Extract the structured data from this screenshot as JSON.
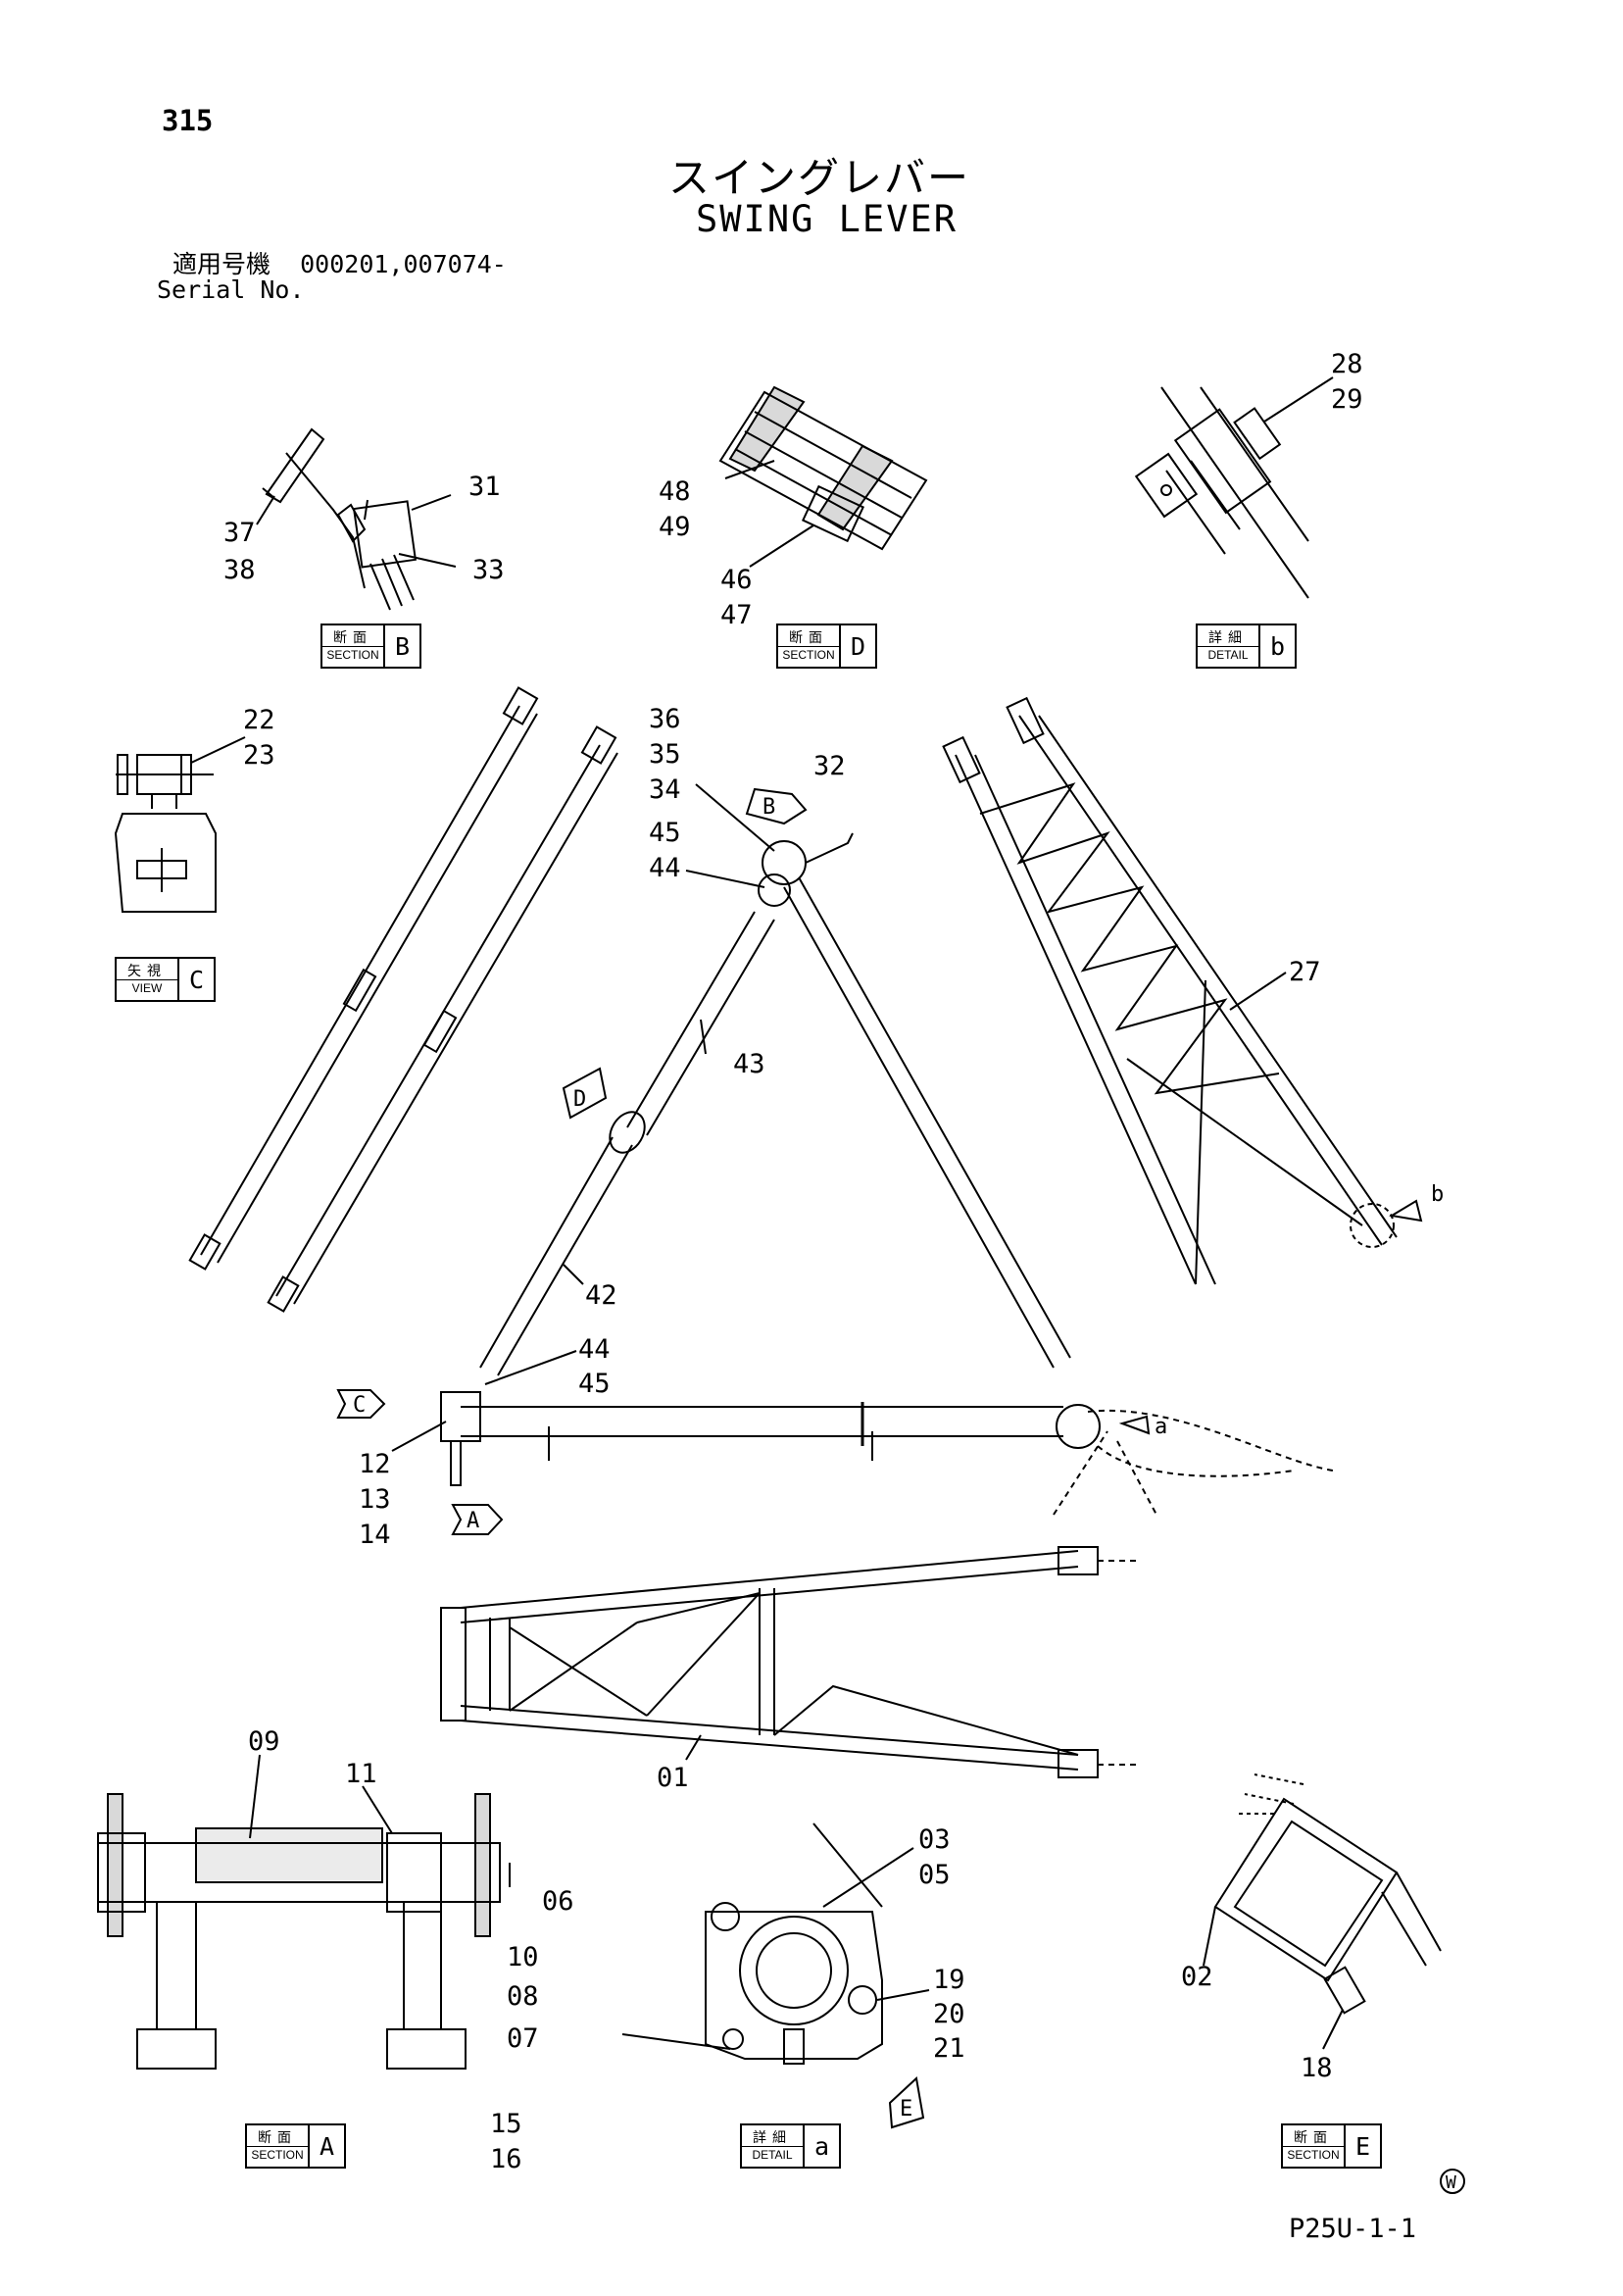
{
  "page_number": "315",
  "title_jp": "スイングレバー",
  "title_en": "SWING LEVER",
  "serial": {
    "label_jp": "適用号機",
    "numbers": "000201,007074-",
    "label_en": "Serial No."
  },
  "views": [
    {
      "kanji": "断面",
      "sub": "SECTION",
      "letter": "B"
    },
    {
      "kanji": "断面",
      "sub": "SECTION",
      "letter": "D"
    },
    {
      "kanji": "詳細",
      "sub": "DETAIL",
      "letter": "b"
    },
    {
      "kanji": "矢視",
      "sub": "VIEW",
      "letter": "C"
    },
    {
      "kanji": "断面",
      "sub": "SECTION",
      "letter": "A"
    },
    {
      "kanji": "詳細",
      "sub": "DETAIL",
      "letter": "a"
    },
    {
      "kanji": "断面",
      "sub": "SECTION",
      "letter": "E"
    }
  ],
  "part_labels": {
    "b31": "31",
    "b33": "33",
    "b37": "37",
    "b38": "38",
    "d48": "48",
    "d49": "49",
    "d46": "46",
    "d47": "47",
    "e28": "28",
    "e29": "29",
    "c22": "22",
    "c23": "23",
    "m36": "36",
    "m35": "35",
    "m34": "34",
    "m32": "32",
    "m45a": "45",
    "m44a": "44",
    "m43": "43",
    "m42": "42",
    "m44b": "44",
    "m45b": "45",
    "m12": "12",
    "m13": "13",
    "m14": "14",
    "m27": "27",
    "f01": "01",
    "s09": "09",
    "s11": "11",
    "s06": "06",
    "s10": "10",
    "s08": "08",
    "s07": "07",
    "s15": "15",
    "s16": "16",
    "a03": "03",
    "a05": "05",
    "a19": "19",
    "a20": "20",
    "a21": "21",
    "e02": "02",
    "e18": "18"
  },
  "arrow_tags": {
    "B": "B",
    "D": "D",
    "C": "C",
    "A": "A",
    "E": "E",
    "a": "a",
    "b": "b"
  },
  "w_mark": "W",
  "drawing_code": "P25U-1-1"
}
